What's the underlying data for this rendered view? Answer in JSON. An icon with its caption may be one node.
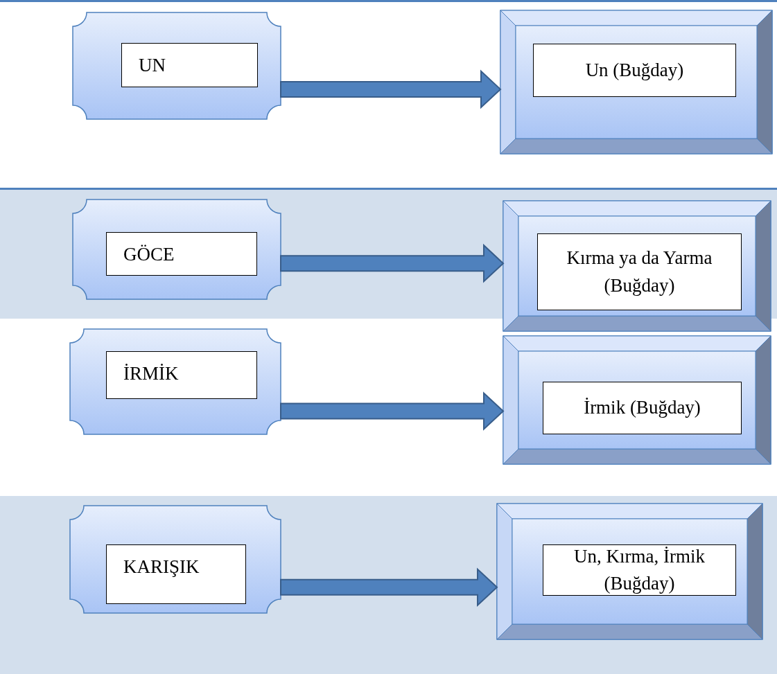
{
  "diagram": {
    "nodes": [
      {
        "text": [],
        "shape": "box"
      },
      {
        "text": [
          "UN"
        ],
        "in": 0
      },
      {
        "text": [],
        "shape": "box"
      },
      {
        "text": [
          "Un (Buğday)"
        ],
        "in": 2
      },
      {
        "text": [],
        "shape": "box"
      },
      {
        "text": [
          "GÖCE"
        ],
        "in": 4
      },
      {
        "text": [],
        "shape": "box"
      },
      {
        "text": [
          "Kırma ya da Yarma (Buğday)"
        ],
        "in": 6
      },
      {
        "text": [],
        "shape": "box"
      },
      {
        "text": [
          "İRMİK"
        ],
        "in": 8
      },
      {
        "text": [],
        "shape": "box"
      },
      {
        "text": [
          "İrmik (Buğday)"
        ],
        "in": 10
      },
      {
        "text": [],
        "shape": "box"
      },
      {
        "text": [
          "KARIŞIK"
        ],
        "in": 12
      },
      {
        "text": [],
        "shape": "box"
      },
      {
        "text": [
          "Un, Kırma, İrmik (Buğday)"
        ],
        "in": 14
      }
    ],
    "edges": [
      {
        "from": 0,
        "to": 2,
        "arrow": "to"
      },
      {
        "from": 4,
        "to": 6,
        "arrow": "to"
      },
      {
        "from": 8,
        "to": 10,
        "arrow": "to"
      },
      {
        "from": 12,
        "to": 14,
        "arrow": "to"
      }
    ]
  }
}
